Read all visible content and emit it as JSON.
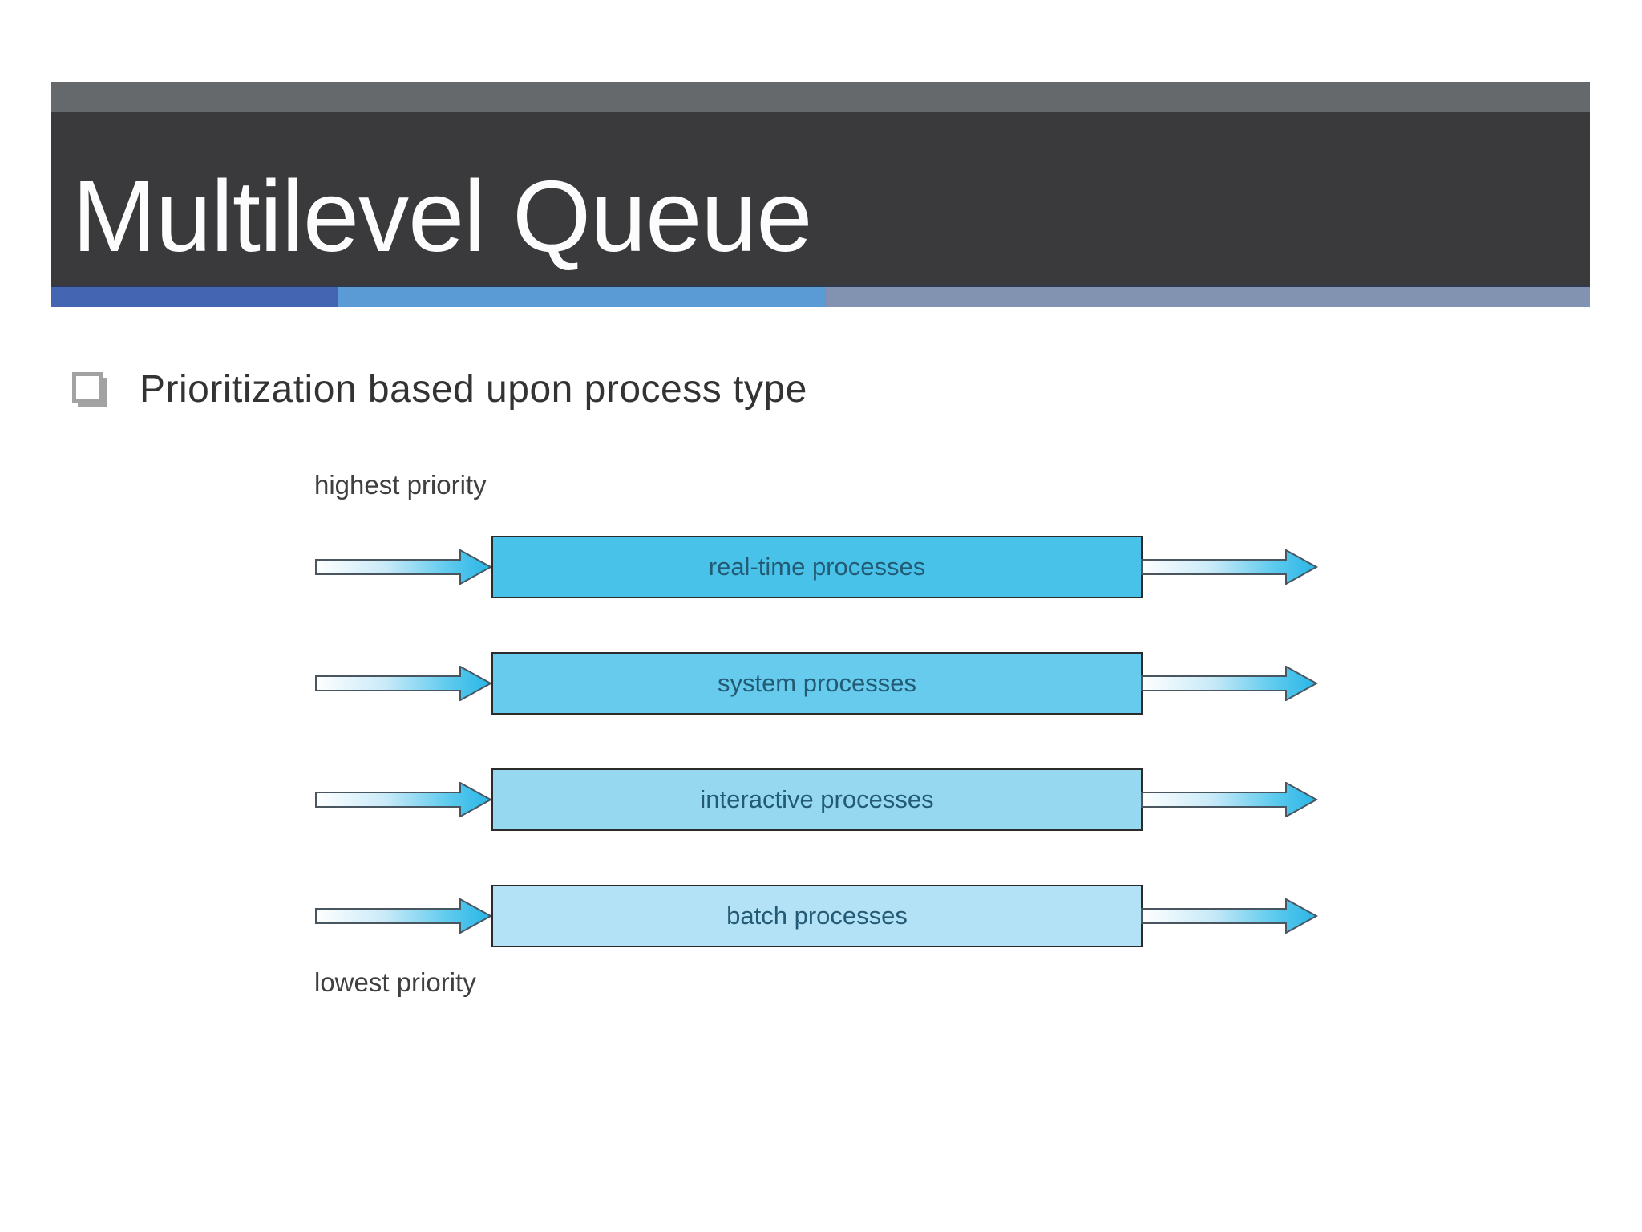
{
  "slide": {
    "title": "Multilevel Queue",
    "bullet_text": "Prioritization based upon process type"
  },
  "colors": {
    "top_strip": "#66696c",
    "title_bar": "#3a3a3c",
    "accent_segment_1": "#4465b2",
    "accent_segment_2": "#5b9bd5",
    "accent_segment_3": "#8293b2",
    "arrow_cyan": "#29b5e6",
    "box_border": "#2b2b2b",
    "box_text": "#235b74"
  },
  "diagram": {
    "top_label": "highest priority",
    "bottom_label": "lowest priority",
    "queues": [
      {
        "label": "real-time processes",
        "fill": "#49c2ea"
      },
      {
        "label": "system processes",
        "fill": "#66cbed"
      },
      {
        "label": "interactive processes",
        "fill": "#97d8f1"
      },
      {
        "label": "batch processes",
        "fill": "#b3e1f6"
      }
    ]
  }
}
